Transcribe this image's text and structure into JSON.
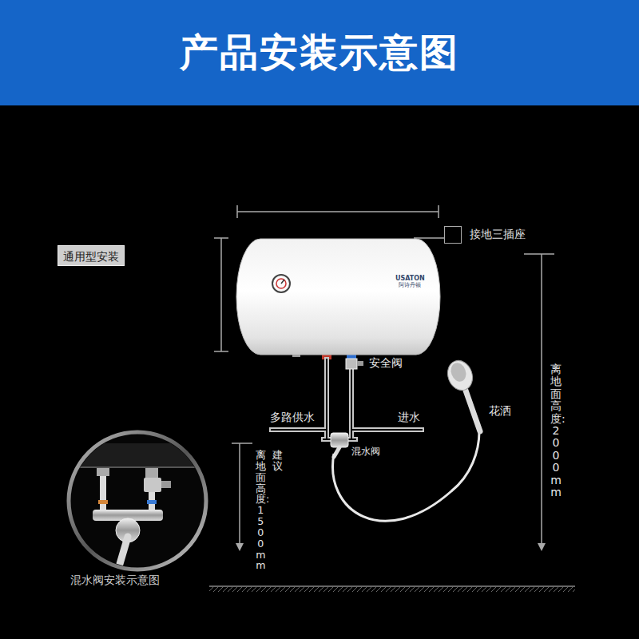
{
  "diagram": {
    "title": "产品安装示意图",
    "nodes": [
      {
        "text": [
          "通用型安装"
        ]
      },
      {
        "text": [
          "USATON",
          "阿诗丹顿"
        ]
      },
      {
        "text": [
          "接地三插座"
        ]
      }
    ],
    "edges": [
      {
        "from": 1,
        "to": 2,
        "arrow": "none"
      }
    ],
    "labels": [
      "安全阀",
      "多路供水",
      "进水",
      "混水阀",
      "花洒",
      "离地面高度:2000mm",
      "建议",
      "离地面高度:1500mm",
      "混水阀安装示意图"
    ]
  }
}
